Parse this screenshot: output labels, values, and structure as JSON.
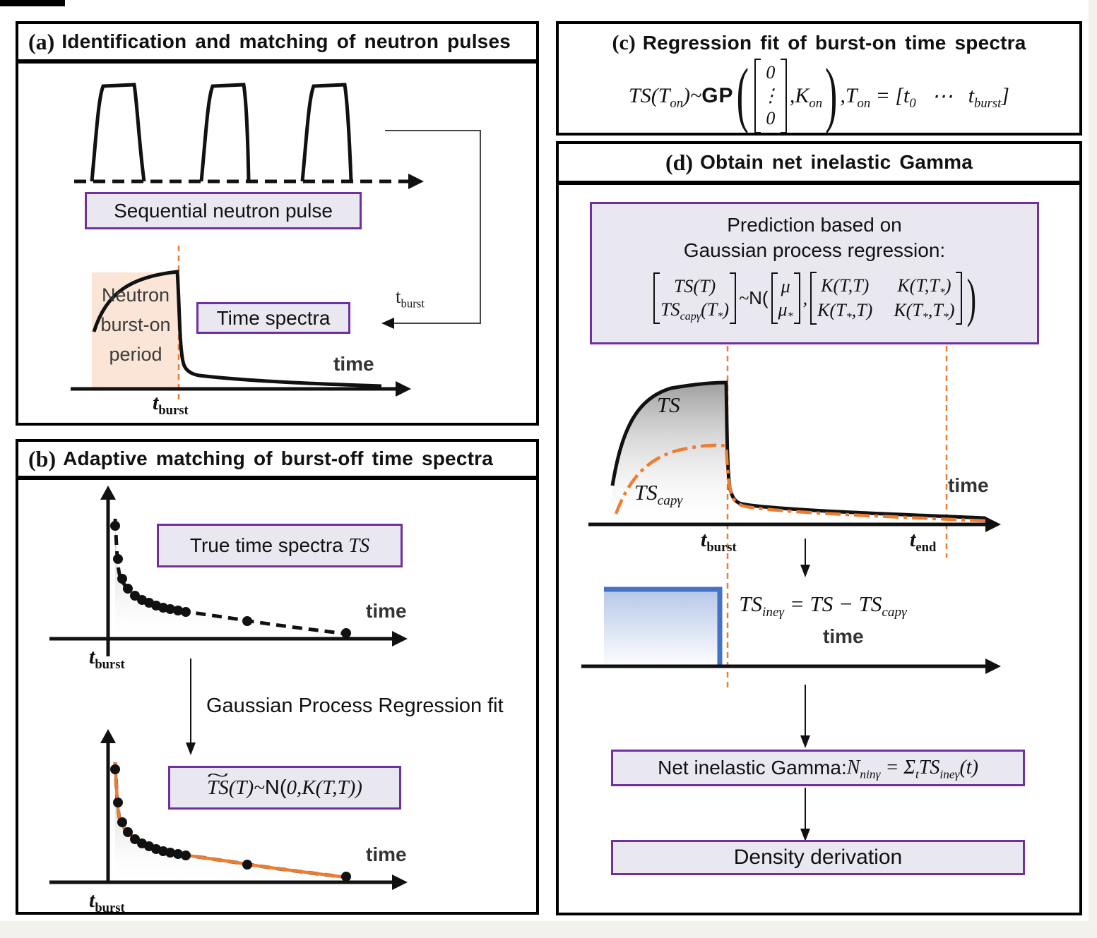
{
  "colors": {
    "purple": "#7030A0",
    "orange": "#ED7D31",
    "peach": "#FBE5D6",
    "blue": "#4472C4",
    "box_fill": "#E9E8F1",
    "axis_text": "#333333"
  },
  "panel_a": {
    "tag": "(a)",
    "title": "Identification and matching of neutron pulses",
    "seq_box": "Sequential neutron pulse",
    "burst_period_l1": "Neutron",
    "burst_period_l2": "burst-on",
    "burst_period_l3": "period",
    "time_spectra": "Time spectra",
    "connector_t": "t_{burst}",
    "time": "time",
    "t_burst": "t_{burst}"
  },
  "panel_b": {
    "tag": "(b)",
    "title": "Adaptive matching of burst-off time spectra",
    "true_box_text": "True time spectra ",
    "true_box_math": "TS",
    "time1": "time",
    "t_burst1": "t_{burst}",
    "gpr_label": "Gaussian Process Regression fit",
    "fit_pre": "~{TS}(T)~",
    "fit_n": "N(",
    "fit_rest": "0,K(T,T))",
    "time2": "time",
    "t_burst2": "t_{burst}"
  },
  "panel_c": {
    "tag": "(c)",
    "title": "Regression fit of burst-on time spectra",
    "f_lhs": "TS(T_{on})~",
    "f_gp": "GP",
    "vec_top": "0",
    "vec_mid": "⋮",
    "vec_bot": "0",
    "f_k": ",K_{on}",
    "f_t1": ",T_{on} = [t_{0}",
    "f_dots": "⋯",
    "f_t2": "t_{burst}]"
  },
  "panel_d": {
    "tag": "(d)",
    "title": "Obtain net inelastic Gamma",
    "pred_line1": "Prediction based on",
    "pred_line2": "Gaussian process regression:",
    "m_r1": "TS(T)",
    "m_r2": "TS_{capγ}(T_{*})",
    "m_sim": "~",
    "m_n": "N(",
    "mu_r1": "μ",
    "mu_r2": "μ_{*}",
    "m_comma": ",",
    "k11": "K(T,T)",
    "k12": "K(T,T_{*})",
    "k21": "K(T_{*},T)",
    "k22": "K(T_{*},T_{*})",
    "m_close": ")",
    "ts_label": "TS",
    "ts_cap_label": "TS_{capγ}",
    "time1": "time",
    "t_burst": "t_{burst}",
    "t_end": "t_{end}",
    "sub_formula": "TS_{ineγ} = TS − TS_{capγ}",
    "time2": "time",
    "net_prefix": "Net inelastic Gamma: ",
    "net_math": "N_{ninγ} = Σ_{t}TS_{ineγ}(t)",
    "density": "Density derivation"
  }
}
